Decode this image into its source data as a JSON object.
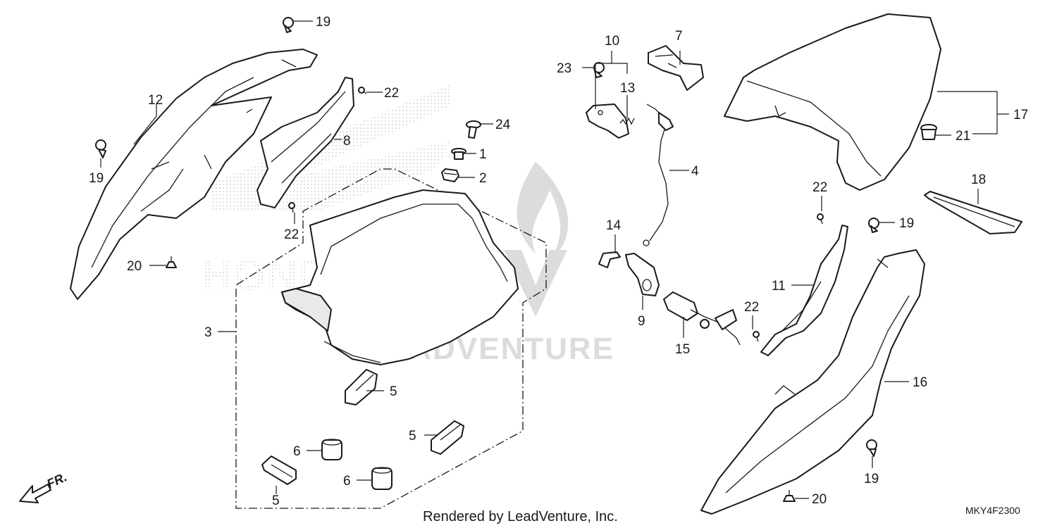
{
  "callouts": {
    "c1": "1",
    "c2": "2",
    "c3": "3",
    "c4": "4",
    "c5": "5",
    "c6": "6",
    "c7": "7",
    "c8": "8",
    "c9": "9",
    "c10": "10",
    "c11": "11",
    "c12": "12",
    "c13": "13",
    "c14": "14",
    "c15": "15",
    "c16": "16",
    "c17": "17",
    "c18": "18",
    "c19": "19",
    "c20": "20",
    "c21": "21",
    "c22": "22",
    "c23": "23",
    "c24": "24"
  },
  "watermark": {
    "brand": "HONDA",
    "vendor": "LEADVENTURE"
  },
  "direction_label": "FR.",
  "footer": {
    "rendered_by": "Rendered by LeadVenture, Inc.",
    "diagram_code": "MKY4F2300"
  },
  "colors": {
    "line": "#1a1a1a",
    "watermark": "#d8d8d8",
    "background": "#ffffff"
  }
}
